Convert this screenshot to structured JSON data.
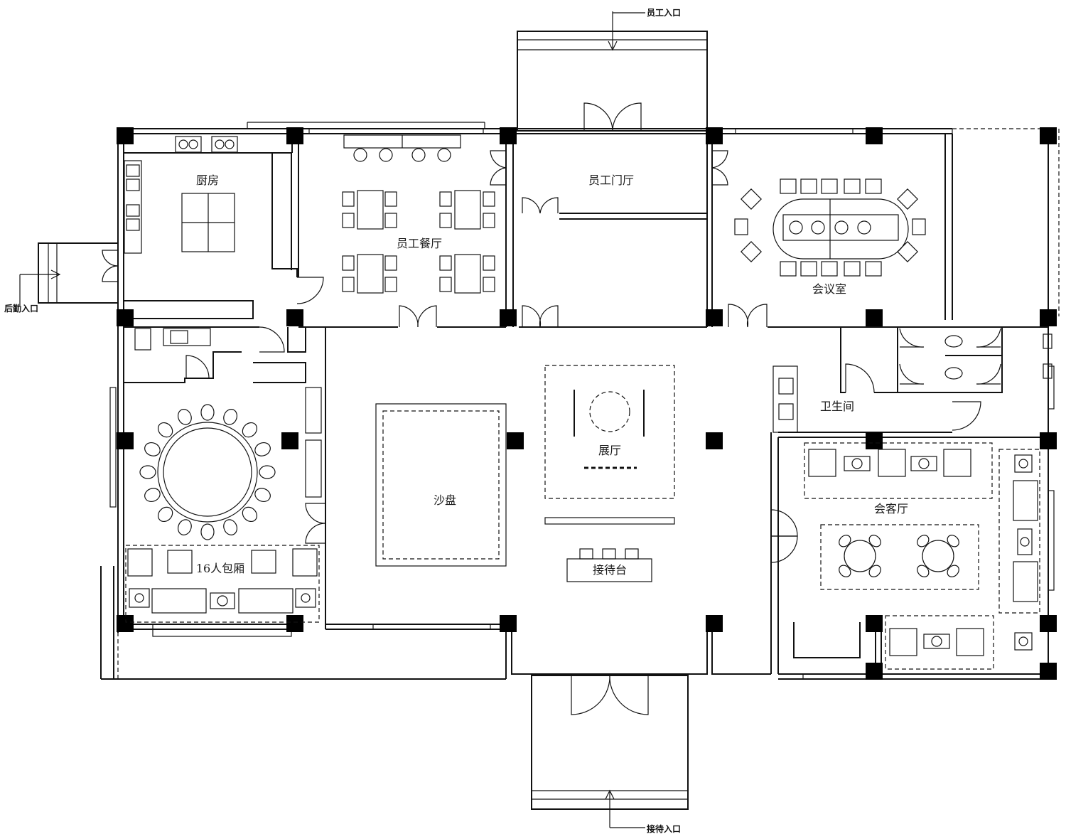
{
  "rooms": {
    "kitchen": "厨房",
    "staff_dining": "员工餐厅",
    "staff_lobby": "员工门厅",
    "meeting_room": "会议室",
    "private_room": "16人包厢",
    "sand_table": "沙盘",
    "exhibition_hall": "展厅",
    "reception_desk": "接待台",
    "restroom": "卫生间",
    "guest_lounge": "会客厅"
  },
  "entrances": {
    "staff": "员工入口",
    "logistics": "后勤入口",
    "reception": "接待入口"
  },
  "colors": {
    "line": "#111111",
    "background": "#ffffff"
  }
}
